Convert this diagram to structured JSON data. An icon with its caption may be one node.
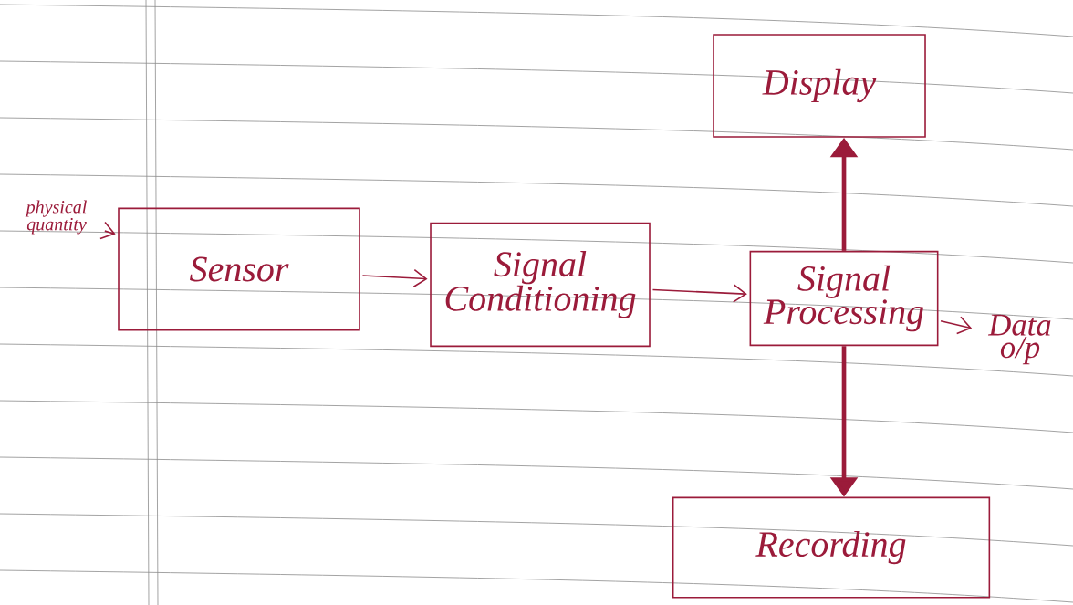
{
  "diagram": {
    "nodes": [
      {
        "text": [
          "physical quantity"
        ]
      },
      {
        "text": [
          "Sensor"
        ]
      },
      {
        "text": [
          "Signal Conditioning"
        ]
      },
      {
        "text": [
          "Signal Processing"
        ]
      },
      {
        "text": [
          "Display"
        ]
      },
      {
        "text": [
          "Recording"
        ]
      },
      {
        "text": [
          "Data o/p"
        ]
      }
    ],
    "edges": [
      {
        "from": 0,
        "to": 1,
        "arrow": "to"
      },
      {
        "from": 1,
        "to": 2,
        "arrow": "to"
      },
      {
        "from": 2,
        "to": 3,
        "arrow": "to"
      },
      {
        "from": 3,
        "to": 4,
        "arrow": "to",
        "style": "thick"
      },
      {
        "from": 3,
        "to": 5,
        "arrow": "to",
        "style": "thick"
      },
      {
        "from": 3,
        "to": 6,
        "arrow": "to"
      }
    ]
  }
}
